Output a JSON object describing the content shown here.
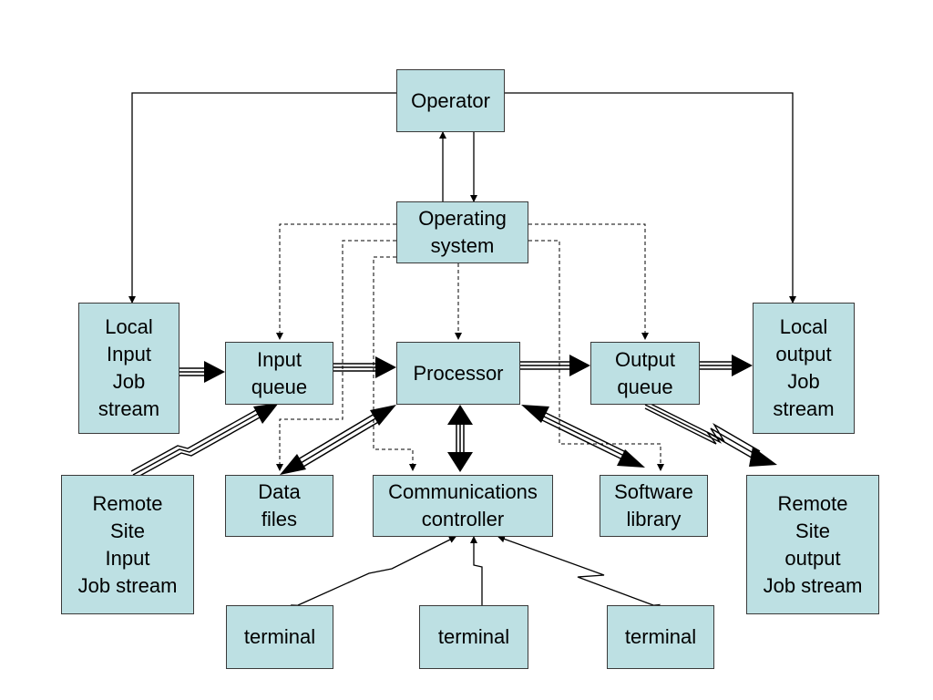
{
  "diagram": {
    "colors": {
      "box_fill": "#bde0e3",
      "box_border": "#3a3a3a",
      "line": "#000000"
    },
    "nodes": {
      "operator": "Operator",
      "operating_system": "Operating\nsystem",
      "local_input": "Local\nInput\nJob\nstream",
      "input_queue": "Input\nqueue",
      "processor": "Processor",
      "output_queue": "Output\nqueue",
      "local_output": "Local\noutput\nJob\nstream",
      "remote_input": "Remote\nSite\nInput\nJob stream",
      "data_files": "Data\nfiles",
      "comm_controller": "Communications\ncontroller",
      "software_library": "Software\nlibrary",
      "remote_output": "Remote\nSite\noutput\nJob stream",
      "terminal_left": "terminal",
      "terminal_center": "terminal",
      "terminal_right": "terminal"
    }
  }
}
